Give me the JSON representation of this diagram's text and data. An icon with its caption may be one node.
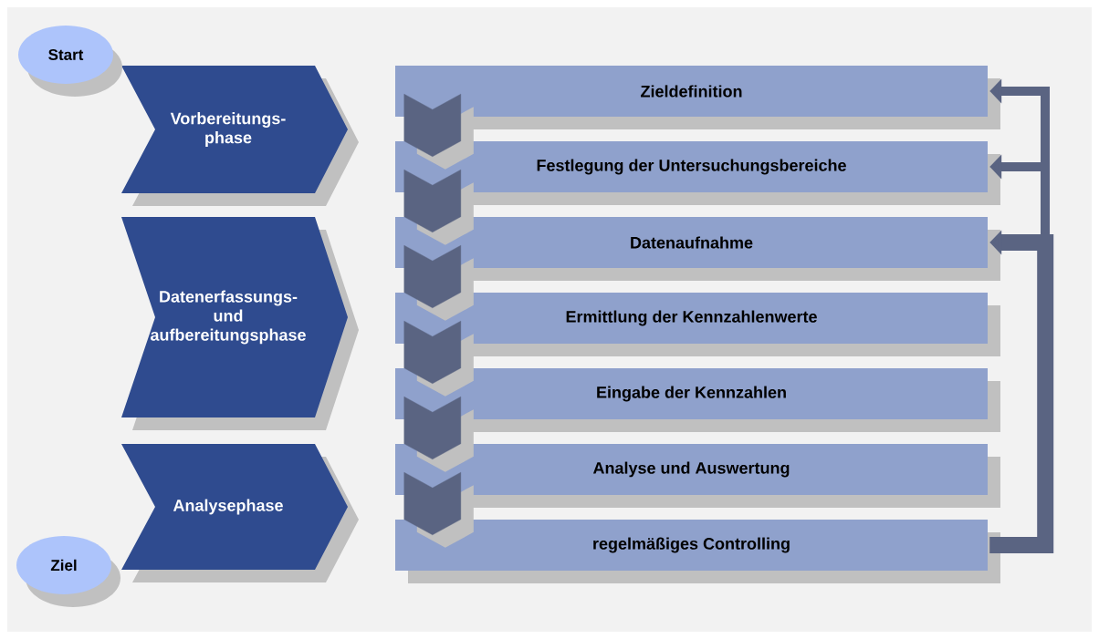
{
  "diagram": {
    "nodes": [
      {
        "text": [
          "Start"
        ]
      },
      {
        "text": [
          "Ziel"
        ]
      },
      {
        "text": [
          "Vorbereitungs- phase"
        ]
      },
      {
        "text": [
          "Datenerfassungs- und aufbereitungsphase"
        ]
      },
      {
        "text": [
          "Analysephase"
        ]
      },
      {
        "text": [
          "Zieldefinition"
        ]
      },
      {
        "text": [
          "Festlegung der Untersuchungsbereiche"
        ]
      },
      {
        "text": [
          "Datenaufnahme"
        ]
      },
      {
        "text": [
          "Ermittlung der Kennzahlenwerte"
        ]
      },
      {
        "text": [
          "Eingabe der Kennzahlen"
        ]
      },
      {
        "text": [
          "Analyse und Auswertung"
        ]
      },
      {
        "text": [
          "regelmäßiges Controlling"
        ]
      }
    ],
    "edges": [
      {
        "from": 5,
        "to": 6,
        "arrow": "to"
      },
      {
        "from": 6,
        "to": 7,
        "arrow": "to"
      },
      {
        "from": 7,
        "to": 8,
        "arrow": "to"
      },
      {
        "from": 8,
        "to": 9,
        "arrow": "to"
      },
      {
        "from": 9,
        "to": 10,
        "arrow": "to"
      },
      {
        "from": 10,
        "to": 11,
        "arrow": "to"
      },
      {
        "from": null,
        "to": 5,
        "arrow": "to"
      },
      {
        "from": null,
        "to": 6,
        "arrow": "to"
      },
      {
        "from": 11,
        "to": 7,
        "arrow": "to",
        "style": "thick"
      }
    ]
  }
}
